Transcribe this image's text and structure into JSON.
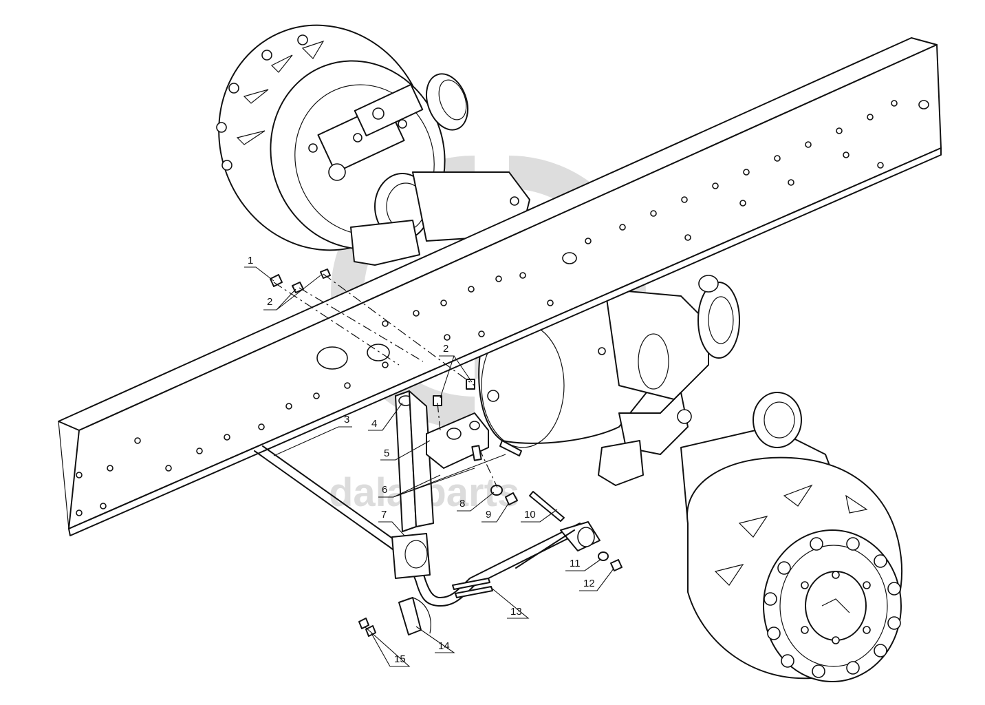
{
  "diagram": {
    "callouts": [
      {
        "number": "1"
      },
      {
        "number": "2"
      },
      {
        "number": "2"
      },
      {
        "number": "3"
      },
      {
        "number": "4"
      },
      {
        "number": "5"
      },
      {
        "number": "6"
      },
      {
        "number": "7"
      },
      {
        "number": "8"
      },
      {
        "number": "9"
      },
      {
        "number": "10"
      },
      {
        "number": "11"
      },
      {
        "number": "12"
      },
      {
        "number": "13"
      },
      {
        "number": "14"
      },
      {
        "number": "15"
      }
    ]
  },
  "watermark": {
    "text": "dala-parts",
    "logo_color": "#9a9a9a"
  }
}
